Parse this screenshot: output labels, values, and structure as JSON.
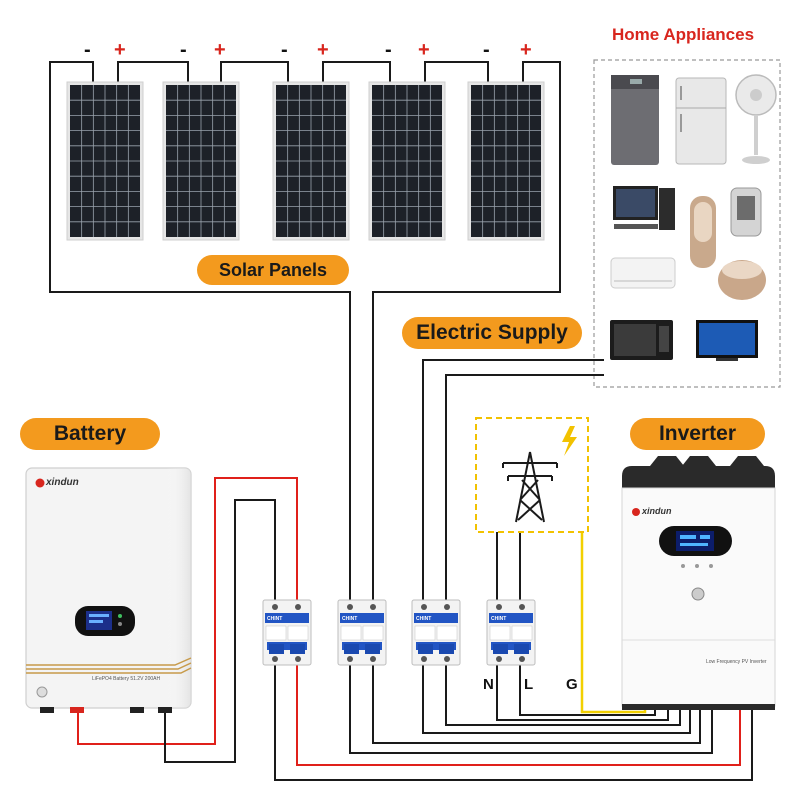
{
  "labels": {
    "solar_panels": "Solar Panels",
    "electric_supply": "Electric Supply",
    "battery": "Battery",
    "inverter": "Inverter",
    "home_appliances": "Home Appliances"
  },
  "panel_polarity": {
    "negative": "-",
    "positive": "+"
  },
  "terminals": {
    "n": "N",
    "l": "L",
    "g": "G"
  },
  "battery_device": {
    "brand": "xindun",
    "model_text": "LiFePO4 Battery 51.2V 200AH"
  },
  "inverter_device": {
    "brand": "xindun",
    "model_text": "Low Frequency PV Inverter"
  },
  "breaker_brand": "CHINT",
  "appliances": [
    "washing-machine",
    "refrigerator",
    "fan",
    "computer",
    "air-purifier",
    "kettle",
    "air-conditioner",
    "rice-cooker",
    "microwave",
    "television"
  ],
  "colors": {
    "accent": "#f39a1e",
    "title_red": "#d8261e",
    "dc_positive_wire": "#e0201a",
    "ground_wire": "#f2d000",
    "wire": "#1a1a1a"
  }
}
